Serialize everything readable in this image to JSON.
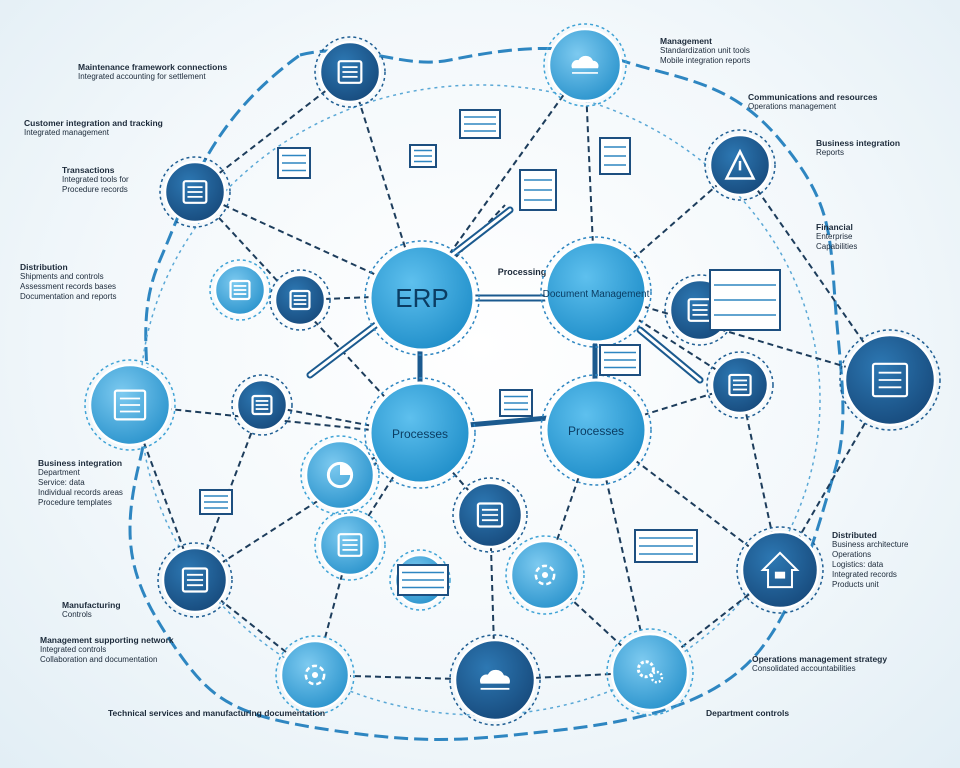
{
  "hubs": {
    "erp": "ERP",
    "document": "Document Management",
    "processes_left": "Processes",
    "processes_right": "Processes"
  },
  "connector_label": "Processing",
  "colors": {
    "dark_node": "#1f5e93",
    "light_node": "#3fa3d6",
    "hub": "#2f9fd3",
    "line": "#1d3d5c",
    "wave": "#2e86c1",
    "background": "#eef6fa"
  },
  "nodes": [
    {
      "icon": "document-screen-icon",
      "style": "dark"
    },
    {
      "icon": "cloud-monitor-icon",
      "style": "light"
    },
    {
      "icon": "warning-triangle-icon",
      "style": "dark"
    },
    {
      "icon": "inbox-screen-icon",
      "style": "dark"
    },
    {
      "icon": "window-panel-icon",
      "style": "dark"
    },
    {
      "icon": "house-upload-icon",
      "style": "dark"
    },
    {
      "icon": "gears-icon",
      "style": "light"
    },
    {
      "icon": "cloud-upload-icon",
      "style": "dark"
    },
    {
      "icon": "network-puzzle-icon",
      "style": "light"
    },
    {
      "icon": "notepad-icon",
      "style": "dark"
    },
    {
      "icon": "building-analytics-icon",
      "style": "light"
    },
    {
      "icon": "folder-stack-icon",
      "style": "dark"
    },
    {
      "icon": "terminal-icon",
      "style": "dark"
    },
    {
      "icon": "file-list-icon",
      "style": "dark"
    },
    {
      "icon": "pie-chart-icon",
      "style": "light"
    },
    {
      "icon": "checklist-icon",
      "style": "light"
    },
    {
      "icon": "archive-box-icon",
      "style": "dark"
    },
    {
      "icon": "chart-screen-icon",
      "style": "dark"
    },
    {
      "icon": "file-cabinet-icon",
      "style": "light"
    },
    {
      "icon": "sync-tools-icon",
      "style": "light"
    },
    {
      "icon": "news-feed-icon",
      "style": "light"
    }
  ],
  "labels": [
    {
      "lines": [
        "Maintenance framework connections",
        "Integrated accounting for settlement"
      ]
    },
    {
      "lines": [
        "Customer integration and tracking",
        "Integrated management"
      ]
    },
    {
      "lines": [
        "Transactions",
        "Integrated tools for",
        "Procedure records"
      ]
    },
    {
      "lines": [
        "Distribution",
        "Shipments and controls",
        "Assessment records bases",
        "Documentation and reports"
      ]
    },
    {
      "lines": [
        "Business integration",
        "Department",
        "Service: data",
        "Individual records areas",
        "Procedure templates"
      ]
    },
    {
      "lines": [
        "Manufacturing",
        "Controls"
      ]
    },
    {
      "lines": [
        "Management supporting network",
        "Integrated controls",
        "Collaboration and documentation"
      ]
    },
    {
      "lines": [
        "Technical services and manufacturing documentation"
      ]
    },
    {
      "lines": [
        "Management",
        "Standardization unit tools",
        "Mobile integration reports"
      ]
    },
    {
      "lines": [
        "Communications and resources",
        "Operations management"
      ]
    },
    {
      "lines": [
        "Business integration",
        "Reports"
      ]
    },
    {
      "lines": [
        "Financial",
        "Enterprise",
        "Capabilities"
      ]
    },
    {
      "lines": [
        "Distributed",
        "Business architecture",
        "Operations",
        "Logistics: data",
        "Integrated records",
        "Products unit"
      ]
    },
    {
      "lines": [
        "Operations management strategy",
        "Consolidated accountabilities"
      ]
    },
    {
      "lines": [
        "Department controls"
      ]
    }
  ]
}
